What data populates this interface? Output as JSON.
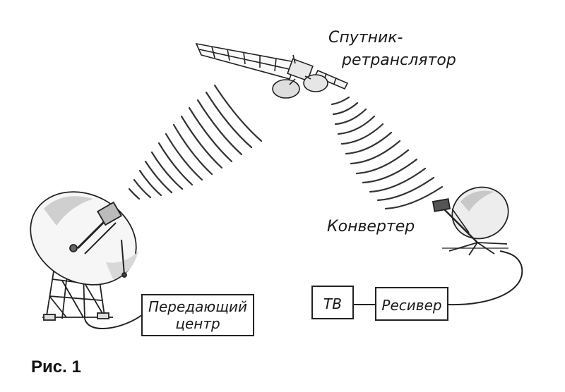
{
  "labels": {
    "satellite_line1": "Спутник-",
    "satellite_line2": "ретранслятор",
    "converter": "Конвертер",
    "transmit_line1": "Передающий",
    "transmit_line2": "центр",
    "tv": "ТВ",
    "receiver": "Ресивер"
  },
  "caption": "Рис. 1"
}
